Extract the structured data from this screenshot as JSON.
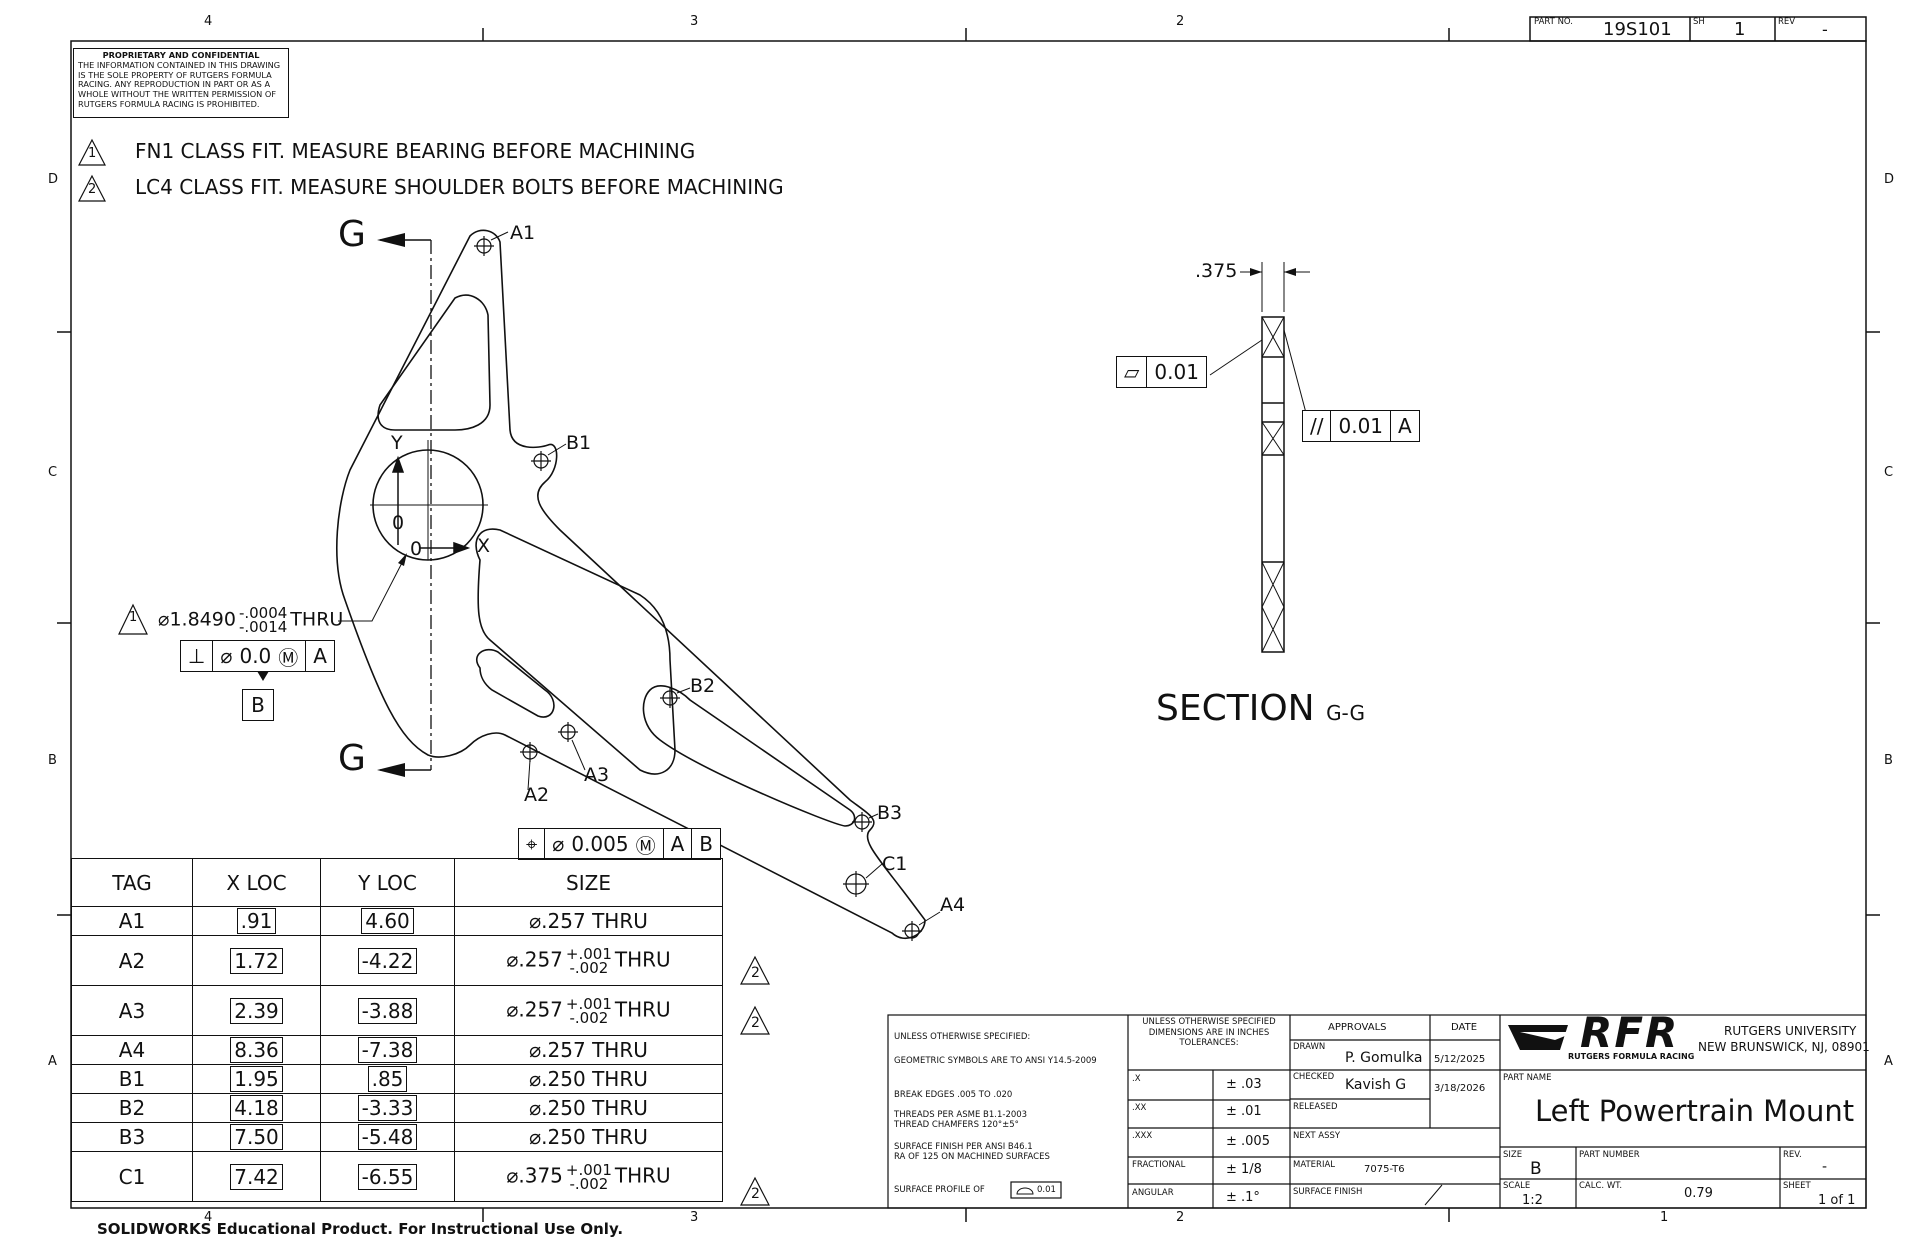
{
  "title_block": {
    "part_no_label": "PART NO.",
    "part_no": "19S101",
    "sh_label": "SH",
    "sh": "1",
    "rev_label": "REV",
    "rev": "-",
    "unless_title": "UNLESS OTHERWISE SPECIFIED:",
    "geom_note": "GEOMETRIC SYMBOLS ARE TO ANSI Y14.5-2009",
    "break_edges": "BREAK EDGES .005 TO .020",
    "threads": "THREADS PER ASME B1.1-2003",
    "chamfers": "THREAD CHAMFERS 120°±5°",
    "surface_finish_note": "SURFACE FINISH PER ANSI B46.1",
    "ra_note": "RA OF 125 ON MACHINED SURFACES",
    "surface_profile": "SURFACE PROFILE OF",
    "surface_profile_val": "0.01",
    "dims_header": "UNLESS OTHERWISE SPECIFIED DIMENSIONS ARE IN INCHES TOLERANCES:",
    "tolerances": [
      {
        "label": ".X",
        "value": "± .03"
      },
      {
        "label": ".XX",
        "value": "± .01"
      },
      {
        "label": ".XXX",
        "value": "± .005"
      },
      {
        "label": "FRACTIONAL",
        "value": "± 1/8"
      },
      {
        "label": "ANGULAR",
        "value": "± .1°"
      }
    ],
    "approvals": "APPROVALS",
    "date_label": "DATE",
    "drawn_label": "DRAWN",
    "drawn_by": "P. Gomulka",
    "drawn_date": "5/12/2025",
    "checked_label": "CHECKED",
    "checked_by": "Kavish G",
    "checked_date": "3/18/2026",
    "released_label": "RELEASED",
    "next_assy_label": "NEXT ASSY",
    "material_label": "MATERIAL",
    "material": "7075-T6",
    "surface_finish_label": "SURFACE FINISH",
    "logo_text": "RFR",
    "logo_sub": "RUTGERS FORMULA RACING",
    "university": "RUTGERS UNIVERSITY",
    "address": "NEW BRUNSWICK, NJ, 08901",
    "part_name_label": "PART NAME",
    "part_name": "Left Powertrain Mount",
    "size_label": "SIZE",
    "size": "B",
    "part_number_label": "PART NUMBER",
    "rev2_label": "REV.",
    "rev2": "-",
    "scale_label": "SCALE",
    "scale": "1:2",
    "calc_wt_label": "CALC. WT.",
    "calc_wt": "0.79",
    "sheet_label": "SHEET",
    "sheet": "1 of 1"
  },
  "confidential": {
    "title": "PROPRIETARY AND CONFIDENTIAL",
    "body": "THE INFORMATION CONTAINED IN THIS DRAWING IS THE SOLE PROPERTY OF RUTGERS FORMULA RACING. ANY REPRODUCTION IN PART OR AS A WHOLE WITHOUT THE WRITTEN PERMISSION OF RUTGERS FORMULA RACING IS PROHIBITED."
  },
  "notes": [
    {
      "num": "1",
      "text": "FN1 CLASS FIT. MEASURE BEARING BEFORE MACHINING"
    },
    {
      "num": "2",
      "text": "LC4 CLASS FIT. MEASURE SHOULDER BOLTS BEFORE MACHINING"
    }
  ],
  "zones": {
    "cols": [
      "4",
      "3",
      "2",
      "1"
    ],
    "rows": [
      "D",
      "C",
      "B",
      "A"
    ]
  },
  "view_labels": {
    "cut": "G",
    "section_title": "SECTION",
    "section_sub": "G-G",
    "thickness": ".375",
    "flatness": "0.01",
    "parallel": "0.01",
    "parallel_datum": "A",
    "axis_y": "Y",
    "axis_x": "X",
    "origin": "0",
    "hole_dia": "1.8490",
    "hole_tol_upper": "-.0004",
    "hole_tol_lower": "-.0014",
    "hole_thru": "THRU",
    "perp_tol": "0.0",
    "datum_a": "A",
    "datum_b": "B",
    "position_tol": "0.005"
  },
  "hole_table": {
    "headers": [
      "TAG",
      "X LOC",
      "Y LOC",
      "SIZE"
    ],
    "rows": [
      {
        "tag": "A1",
        "x": ".91",
        "y": "4.60",
        "size": ".257",
        "tol_up": "",
        "tol_dn": "",
        "thru": "THRU",
        "note": ""
      },
      {
        "tag": "A2",
        "x": "1.72",
        "y": "-4.22",
        "size": ".257",
        "tol_up": "+.001",
        "tol_dn": "-.002",
        "thru": "THRU",
        "note": "2"
      },
      {
        "tag": "A3",
        "x": "2.39",
        "y": "-3.88",
        "size": ".257",
        "tol_up": "+.001",
        "tol_dn": "-.002",
        "thru": "THRU",
        "note": "2"
      },
      {
        "tag": "A4",
        "x": "8.36",
        "y": "-7.38",
        "size": ".257",
        "tol_up": "",
        "tol_dn": "",
        "thru": "THRU",
        "note": ""
      },
      {
        "tag": "B1",
        "x": "1.95",
        "y": ".85",
        "size": ".250",
        "tol_up": "",
        "tol_dn": "",
        "thru": "THRU",
        "note": ""
      },
      {
        "tag": "B2",
        "x": "4.18",
        "y": "-3.33",
        "size": ".250",
        "tol_up": "",
        "tol_dn": "",
        "thru": "THRU",
        "note": ""
      },
      {
        "tag": "B3",
        "x": "7.50",
        "y": "-5.48",
        "size": ".250",
        "tol_up": "",
        "tol_dn": "",
        "thru": "THRU",
        "note": ""
      },
      {
        "tag": "C1",
        "x": "7.42",
        "y": "-6.55",
        "size": ".375",
        "tol_up": "+.001",
        "tol_dn": "-.002",
        "thru": "THRU",
        "note": "2"
      }
    ]
  },
  "hole_tags": [
    "A1",
    "B1",
    "B2",
    "A2",
    "A3",
    "B3",
    "C1",
    "A4"
  ],
  "footer": "SOLIDWORKS Educational Product. For Instructional Use Only."
}
